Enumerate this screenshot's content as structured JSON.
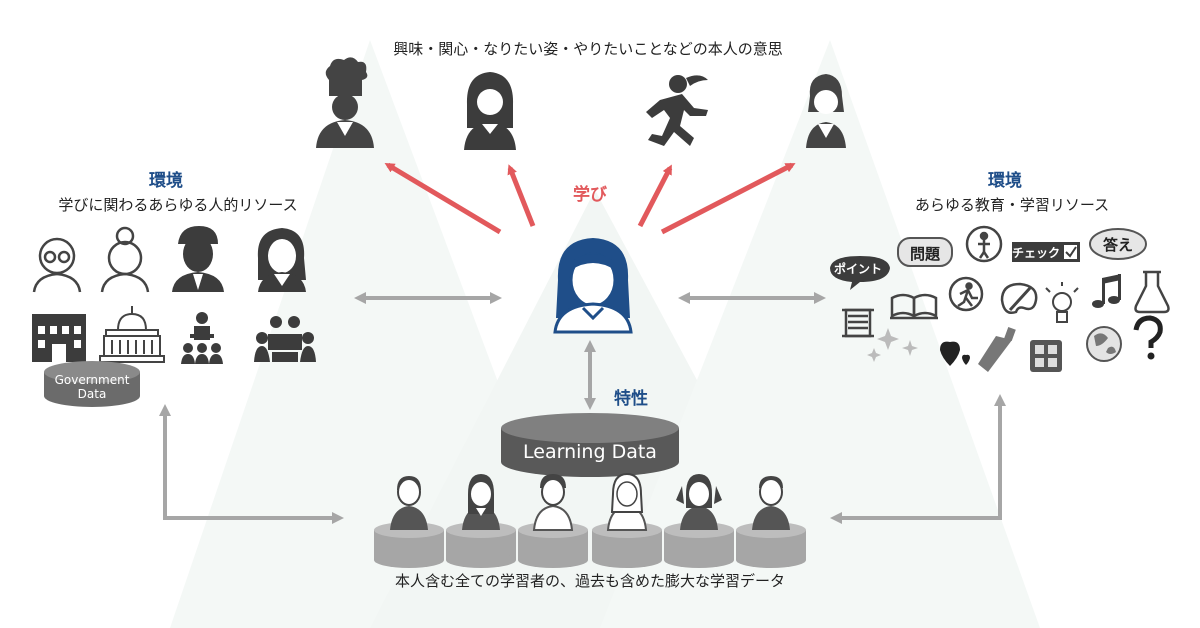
{
  "top_caption": "興味・関心・なりたい姿・やりたいことなどの本人の意思",
  "left_panel": {
    "heading": "環境",
    "subheading": "学びに関わるあらゆる人的リソース",
    "gov_line1": "Government",
    "gov_line2": "Data"
  },
  "right_panel": {
    "heading": "環境",
    "subheading": "あらゆる教育・学習リソース",
    "stickers": [
      "ポイント",
      "問題",
      "チェック",
      "答え"
    ]
  },
  "center": {
    "learn_label": "学び",
    "trait_label": "特性",
    "database_label": "Learning Data"
  },
  "bottom_caption": "本人含む全ての学習者の、過去も含めた膨大な学習データ",
  "colors": {
    "accent_blue": "#1f4e89",
    "accent_red": "#e2595c",
    "arrow_gray": "#a6a6a6",
    "db_gray": "#595959"
  }
}
